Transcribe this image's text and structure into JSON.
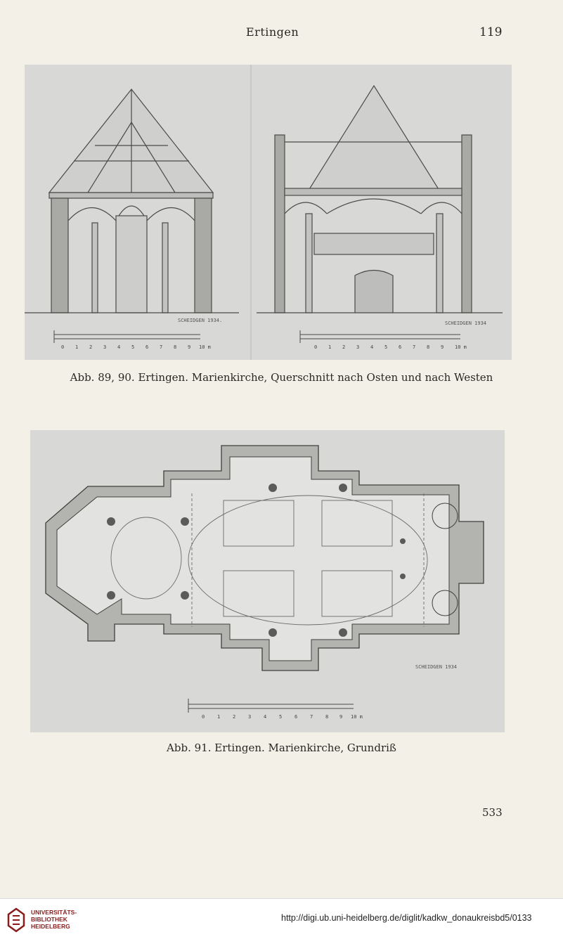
{
  "header": {
    "title": "Ertingen",
    "page_number": "119"
  },
  "figure_top": {
    "left_signature": "SCHEIDGEN 1934.",
    "right_signature": "SCHEIDGEN 1934",
    "scale_left": [
      "0",
      "1",
      "2",
      "3",
      "4",
      "5",
      "6",
      "7",
      "8",
      "9",
      "10 m"
    ],
    "scale_right": [
      "0",
      "1",
      "2",
      "3",
      "4",
      "5",
      "6",
      "7",
      "8",
      "9",
      "10 m"
    ]
  },
  "caption_1": "Abb. 89, 90. Ertingen. Marienkirche, Querschnitt nach Osten und nach Westen",
  "figure_bottom": {
    "signature": "SCHEIDGEN 1934",
    "scale": [
      "0",
      "1",
      "2",
      "3",
      "4",
      "5",
      "6",
      "7",
      "8",
      "9",
      "10 m"
    ]
  },
  "caption_2": "Abb. 91. Ertingen. Marienkirche, Grundriß",
  "archive_page_number": "533",
  "footer": {
    "logo_lines": [
      "UNIVERSITÄTS-",
      "BIBLIOTHEK",
      "HEIDELBERG"
    ],
    "url": "http://digi.ub.uni-heidelberg.de/diglit/kadkw_donaukreisbd5/0133"
  }
}
